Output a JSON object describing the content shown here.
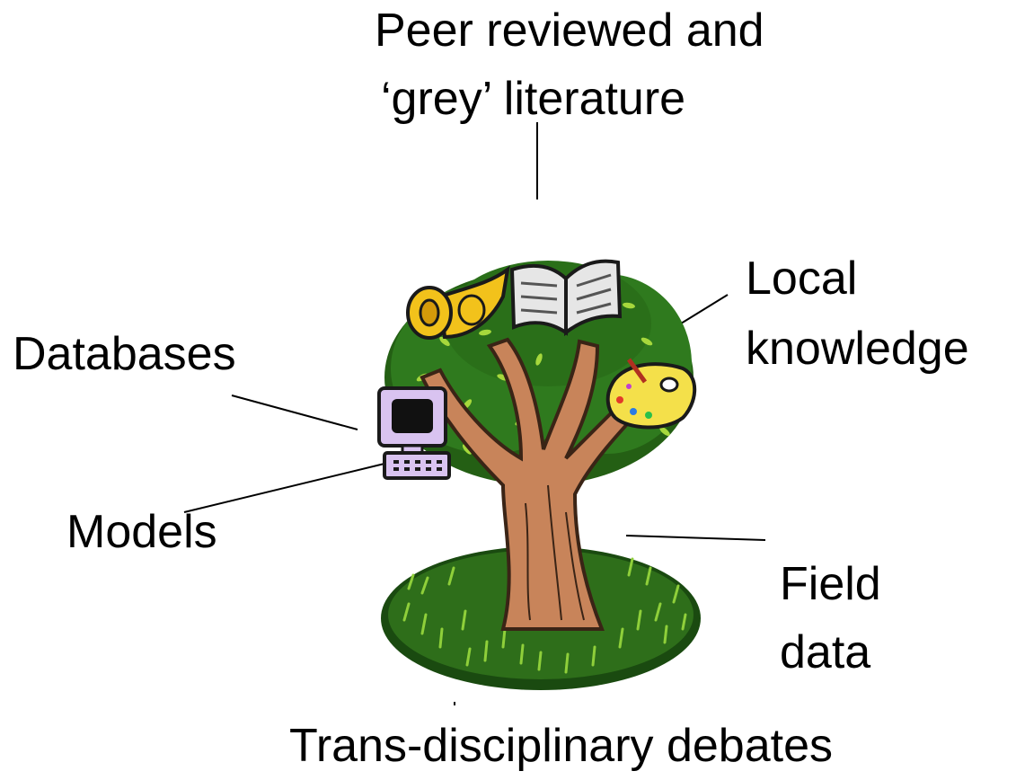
{
  "labels": {
    "peer_reviewed_line1": "Peer reviewed and",
    "peer_reviewed_line2": "‘grey’ literature",
    "local_line1": "Local",
    "local_line2": "knowledge",
    "databases": "Databases",
    "models": "Models",
    "field_line1": "Field",
    "field_line2": "data",
    "debates": "Trans-disciplinary debates"
  },
  "colors": {
    "trunk": "#c8845a",
    "trunk_dark": "#3a2416",
    "foliage": "#2f7a1e",
    "leaf_light": "#9fd13a",
    "grass": "#1f5a14",
    "brass": "#f2c21b",
    "computer": "#d9c3f0",
    "book": "#e6e6e6",
    "palette": "#f4e04a"
  }
}
